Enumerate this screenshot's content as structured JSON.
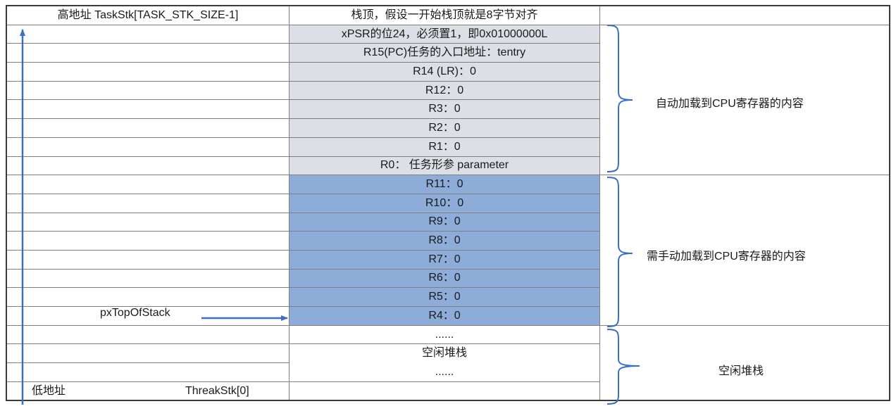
{
  "header": {
    "left": "高地址 TaskStk[TASK_STK_SIZE-1]",
    "middle": "栈顶，假设一开始栈顶就是8字节对齐"
  },
  "auto_group": {
    "label": "自动加载到CPU寄存器的内容",
    "fill": "#dce0e6",
    "rows": [
      "xPSR的位24，必须置1，即0x01000000L",
      "R15(PC)任务的入口地址：tentry",
      "R14 (LR)：0",
      "R12：0",
      "R3：0",
      "R2：0",
      "R1：0",
      "R0： 任务形参 parameter"
    ]
  },
  "manual_group": {
    "label": "需手动加载到CPU寄存器的内容",
    "fill": "#8eacd8",
    "rows": [
      "R11：0",
      "R10：0",
      "R9：0",
      "R8：0",
      "R7：0",
      "R6：0",
      "R5：0",
      "R4：0"
    ]
  },
  "free_group": {
    "label": "空闲堆栈",
    "rows": [
      "......",
      "空闲堆栈",
      "......",
      ""
    ]
  },
  "pointer": {
    "label": "pxTopOfStack"
  },
  "bottom": {
    "low_addr": "低地址",
    "index": "ThreakStk[0]"
  },
  "colors": {
    "arrow": "#3a6fc4",
    "brace": "#3a6fc4",
    "border": "#7f7f7f"
  }
}
